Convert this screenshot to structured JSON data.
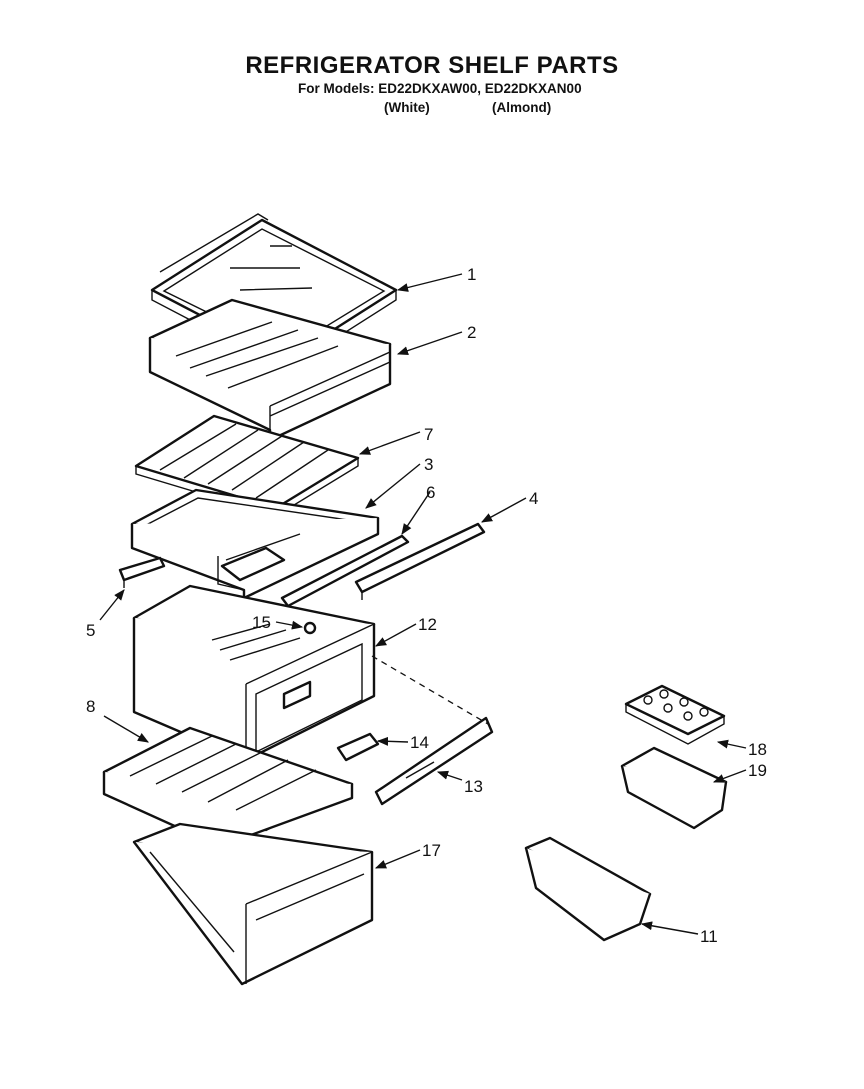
{
  "header": {
    "title": "REFRIGERATOR SHELF PARTS",
    "models_line": "For Models: ED22DKXAW00, ED22DKXAN00",
    "variant_white": "(White)",
    "variant_almond": "(Almond)"
  },
  "callouts": {
    "c1": "1",
    "c2": "2",
    "c3": "3",
    "c4": "4",
    "c5": "5",
    "c6": "6",
    "c7": "7",
    "c8": "8",
    "c11": "11",
    "c12": "12",
    "c13": "13",
    "c14": "14",
    "c15": "15",
    "c17": "17",
    "c18": "18",
    "c19": "19"
  }
}
